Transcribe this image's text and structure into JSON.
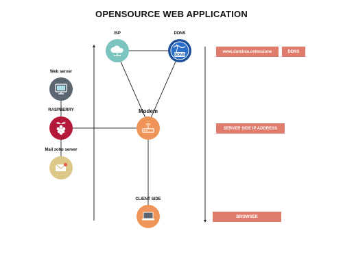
{
  "diagram": {
    "title": "OPENSOURCE WEB APPLICATION",
    "nodes": {
      "isp": "ISP",
      "ddns": "DDNS",
      "web_server": "Web server",
      "raspberry": "RASPBERRY",
      "modem": "Modem",
      "mail_server": "Mail zoho server",
      "client_side": "CLIENT SIDE"
    },
    "ddns_badge": "DDNS",
    "tags": {
      "domain": "www.dominio.estensione",
      "ddns": "DDNS",
      "server_ip": "SERVER SIDE IP ADDRESS",
      "browser": "BROWSER"
    }
  },
  "colors": {
    "isp": "#7cc4c0",
    "ddns": "#1b4f9b",
    "web_server": "#5c6670",
    "raspberry": "#b5193a",
    "modem": "#f0955a",
    "mail_server": "#dcc98a",
    "client": "#f0955a",
    "tag": "#df7c6c",
    "line": "#333333"
  }
}
